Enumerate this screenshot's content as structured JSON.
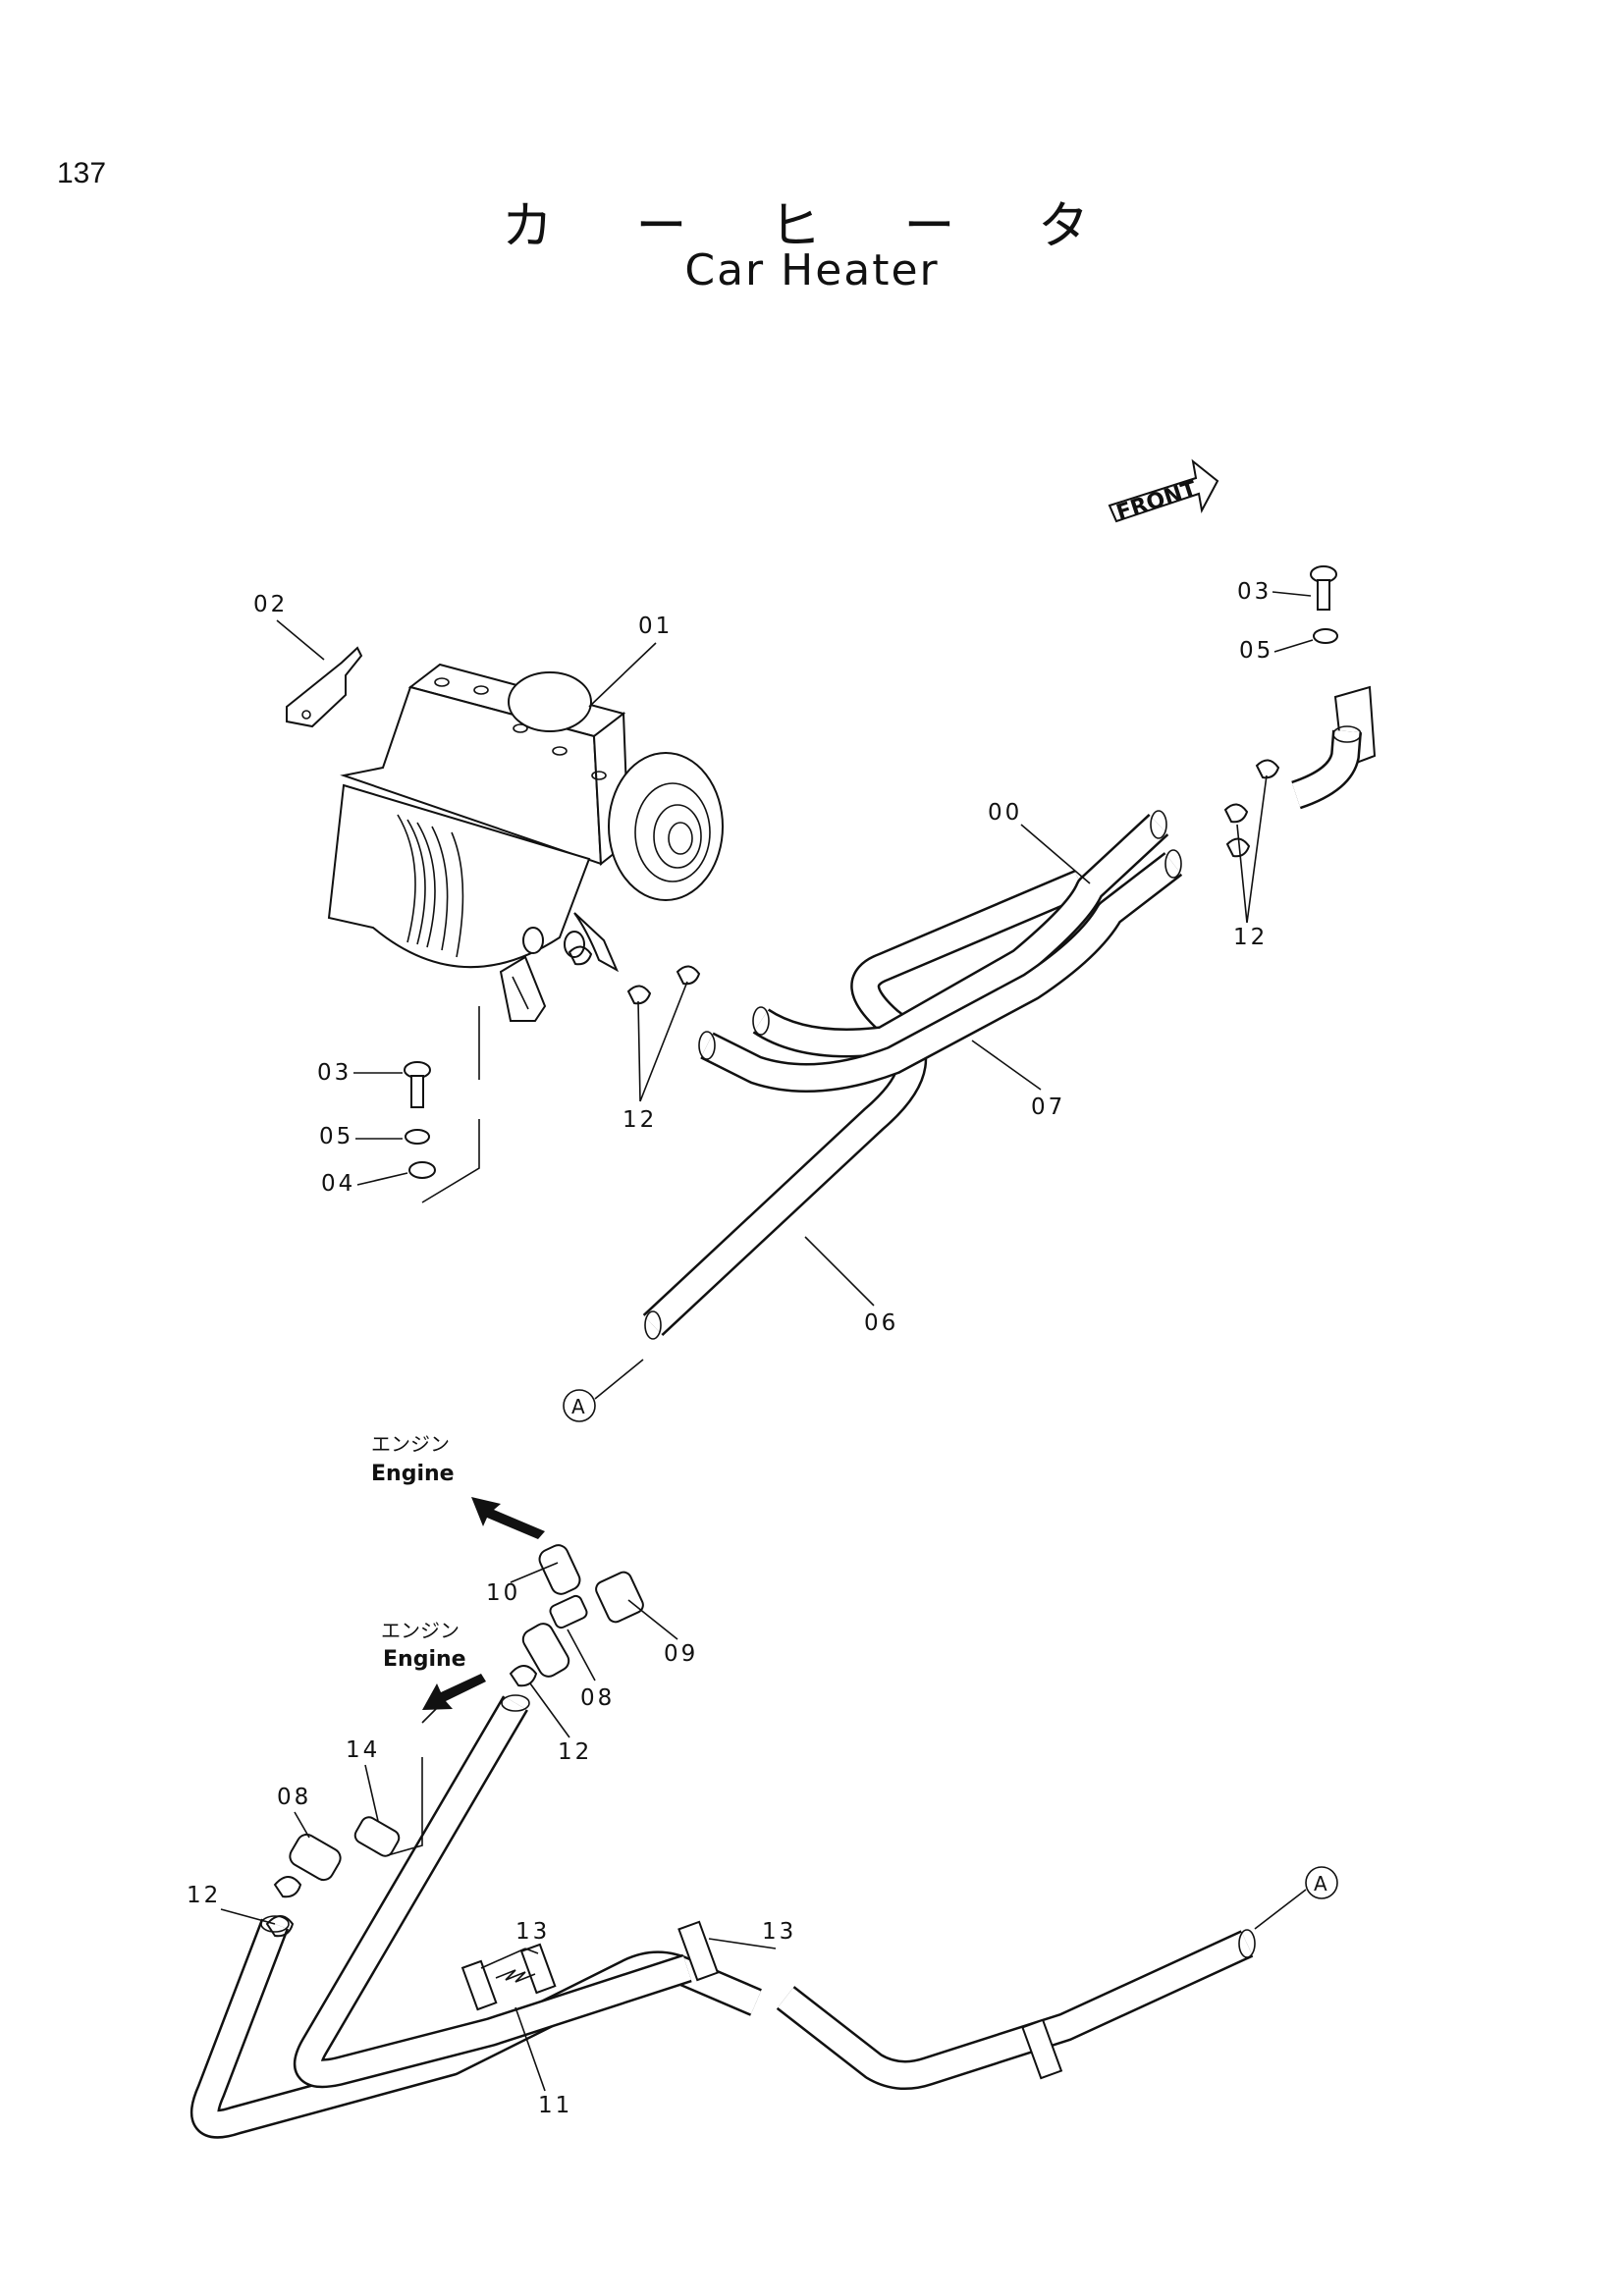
{
  "page": {
    "number": "137"
  },
  "title": {
    "japanese": "カ ー ヒ ー タ",
    "english": "Car Heater"
  },
  "direction_arrow": {
    "text": "FRONT"
  },
  "callouts": {
    "c00": "00",
    "c01": "01",
    "c02": "02",
    "c03a": "03",
    "c03b": "03",
    "c04": "04",
    "c05a": "05",
    "c05b": "05",
    "c06": "06",
    "c07": "07",
    "c08a": "08",
    "c08b": "08",
    "c09": "09",
    "c10": "10",
    "c11": "11",
    "c12a": "12",
    "c12b": "12",
    "c12c": "12",
    "c12d": "12",
    "c13a": "13",
    "c13b": "13",
    "c14": "14",
    "refA1": "A",
    "refA2": "A"
  },
  "engine_labels": [
    {
      "jp": "エンジン",
      "en": "Engine"
    },
    {
      "jp": "エンジン",
      "en": "Engine"
    }
  ]
}
